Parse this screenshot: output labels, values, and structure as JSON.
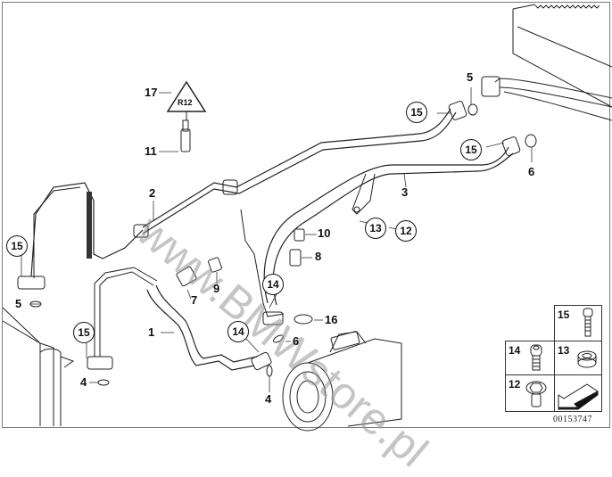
{
  "diagram": {
    "title": "Refrigerant lines / A/C compressor parts diagram",
    "watermark": "www.BMWstore.pl",
    "document_number": "00153747"
  },
  "callouts": [
    {
      "id": "1",
      "label": "1",
      "circled": false
    },
    {
      "id": "2",
      "label": "2",
      "circled": false
    },
    {
      "id": "3",
      "label": "3",
      "circled": false
    },
    {
      "id": "4a",
      "label": "4",
      "circled": false
    },
    {
      "id": "4b",
      "label": "4",
      "circled": false
    },
    {
      "id": "5a",
      "label": "5",
      "circled": false
    },
    {
      "id": "5b",
      "label": "5",
      "circled": false
    },
    {
      "id": "6a",
      "label": "6",
      "circled": false
    },
    {
      "id": "6b",
      "label": "6",
      "circled": false
    },
    {
      "id": "7",
      "label": "7",
      "circled": false
    },
    {
      "id": "8",
      "label": "8",
      "circled": false
    },
    {
      "id": "9",
      "label": "9",
      "circled": false
    },
    {
      "id": "10",
      "label": "10",
      "circled": false
    },
    {
      "id": "11",
      "label": "11",
      "circled": false
    },
    {
      "id": "12",
      "label": "12",
      "circled": true
    },
    {
      "id": "13",
      "label": "13",
      "circled": true
    },
    {
      "id": "14a",
      "label": "14",
      "circled": true
    },
    {
      "id": "14b",
      "label": "14",
      "circled": true
    },
    {
      "id": "15a",
      "label": "15",
      "circled": true
    },
    {
      "id": "15b",
      "label": "15",
      "circled": true
    },
    {
      "id": "15c",
      "label": "15",
      "circled": true
    },
    {
      "id": "15d",
      "label": "15",
      "circled": true
    },
    {
      "id": "16",
      "label": "16",
      "circled": false
    },
    {
      "id": "17",
      "label": "17",
      "circled": false
    }
  ],
  "legend": {
    "items": [
      {
        "label": "15",
        "icon": "bolt-long-icon"
      },
      {
        "label": "14",
        "icon": "socket-bolt-icon"
      },
      {
        "label": "13",
        "icon": "grommet-icon"
      },
      {
        "label": "12",
        "icon": "flange-bolt-icon"
      },
      {
        "label": "",
        "icon": "direction-arrow-icon"
      }
    ]
  },
  "warning_sign": {
    "text": "R12",
    "icon": "refrigerant-warning-triangle-icon"
  }
}
